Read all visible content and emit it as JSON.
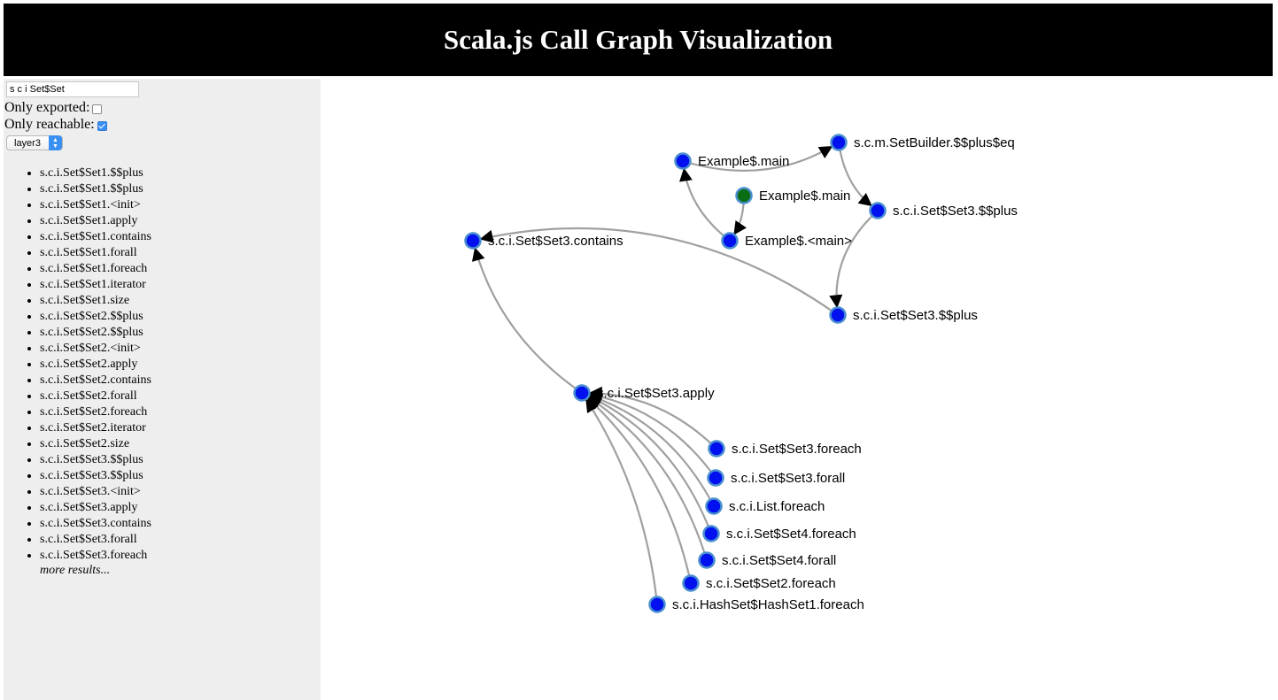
{
  "app": {
    "title": "Scala.js Call Graph Visualization"
  },
  "sidebar": {
    "search_value": "s c i Set$Set",
    "only_exported_label": "Only exported:",
    "only_exported_checked": false,
    "only_reachable_label": "Only reachable:",
    "only_reachable_checked": true,
    "layer_select": {
      "selected": "layer3"
    },
    "results": [
      "s.c.i.Set$Set1.$$plus",
      "s.c.i.Set$Set1.$$plus",
      "s.c.i.Set$Set1.<init>",
      "s.c.i.Set$Set1.apply",
      "s.c.i.Set$Set1.contains",
      "s.c.i.Set$Set1.forall",
      "s.c.i.Set$Set1.foreach",
      "s.c.i.Set$Set1.iterator",
      "s.c.i.Set$Set1.size",
      "s.c.i.Set$Set2.$$plus",
      "s.c.i.Set$Set2.$$plus",
      "s.c.i.Set$Set2.<init>",
      "s.c.i.Set$Set2.apply",
      "s.c.i.Set$Set2.contains",
      "s.c.i.Set$Set2.forall",
      "s.c.i.Set$Set2.foreach",
      "s.c.i.Set$Set2.iterator",
      "s.c.i.Set$Set2.size",
      "s.c.i.Set$Set3.$$plus",
      "s.c.i.Set$Set3.$$plus",
      "s.c.i.Set$Set3.<init>",
      "s.c.i.Set$Set3.apply",
      "s.c.i.Set$Set3.contains",
      "s.c.i.Set$Set3.forall",
      "s.c.i.Set$Set3.foreach"
    ],
    "more_results": "more results..."
  },
  "graph": {
    "nodes": [
      {
        "id": "n1",
        "label": "Example$.main",
        "kind": "method"
      },
      {
        "id": "n2",
        "label": "s.c.m.SetBuilder.$$plus$eq",
        "kind": "method"
      },
      {
        "id": "n3",
        "label": "Example$.main",
        "kind": "root"
      },
      {
        "id": "n4",
        "label": "s.c.i.Set$Set3.$$plus",
        "kind": "method"
      },
      {
        "id": "n5",
        "label": "Example$.<main>",
        "kind": "method"
      },
      {
        "id": "n6",
        "label": "s.c.i.Set$Set3.contains",
        "kind": "method"
      },
      {
        "id": "n7",
        "label": "s.c.i.Set$Set3.$$plus",
        "kind": "method"
      },
      {
        "id": "n8",
        "label": "s.c.i.Set$Set3.apply",
        "kind": "method"
      },
      {
        "id": "n9",
        "label": "s.c.i.Set$Set3.foreach",
        "kind": "method"
      },
      {
        "id": "n10",
        "label": "s.c.i.Set$Set3.forall",
        "kind": "method"
      },
      {
        "id": "n11",
        "label": "s.c.i.List.foreach",
        "kind": "method"
      },
      {
        "id": "n12",
        "label": "s.c.i.Set$Set4.foreach",
        "kind": "method"
      },
      {
        "id": "n13",
        "label": "s.c.i.Set$Set4.forall",
        "kind": "method"
      },
      {
        "id": "n14",
        "label": "s.c.i.Set$Set2.foreach",
        "kind": "method"
      },
      {
        "id": "n15",
        "label": "s.c.i.HashSet$HashSet1.foreach",
        "kind": "method"
      }
    ],
    "edges": [
      {
        "from": "n1",
        "to": "n2"
      },
      {
        "from": "n2",
        "to": "n4"
      },
      {
        "from": "n3",
        "to": "n5"
      },
      {
        "from": "n5",
        "to": "n1"
      },
      {
        "from": "n4",
        "to": "n7"
      },
      {
        "from": "n7",
        "to": "n6"
      },
      {
        "from": "n8",
        "to": "n6"
      },
      {
        "from": "n9",
        "to": "n8"
      },
      {
        "from": "n10",
        "to": "n8"
      },
      {
        "from": "n11",
        "to": "n8"
      },
      {
        "from": "n12",
        "to": "n8"
      },
      {
        "from": "n13",
        "to": "n8"
      },
      {
        "from": "n14",
        "to": "n8"
      },
      {
        "from": "n15",
        "to": "n8"
      }
    ],
    "colors": {
      "method_node": "#0010ee",
      "root_node": "#0b6e14",
      "node_stroke": "#4a8fd0",
      "edge": "#a0a0a0",
      "arrow": "#000000"
    }
  }
}
